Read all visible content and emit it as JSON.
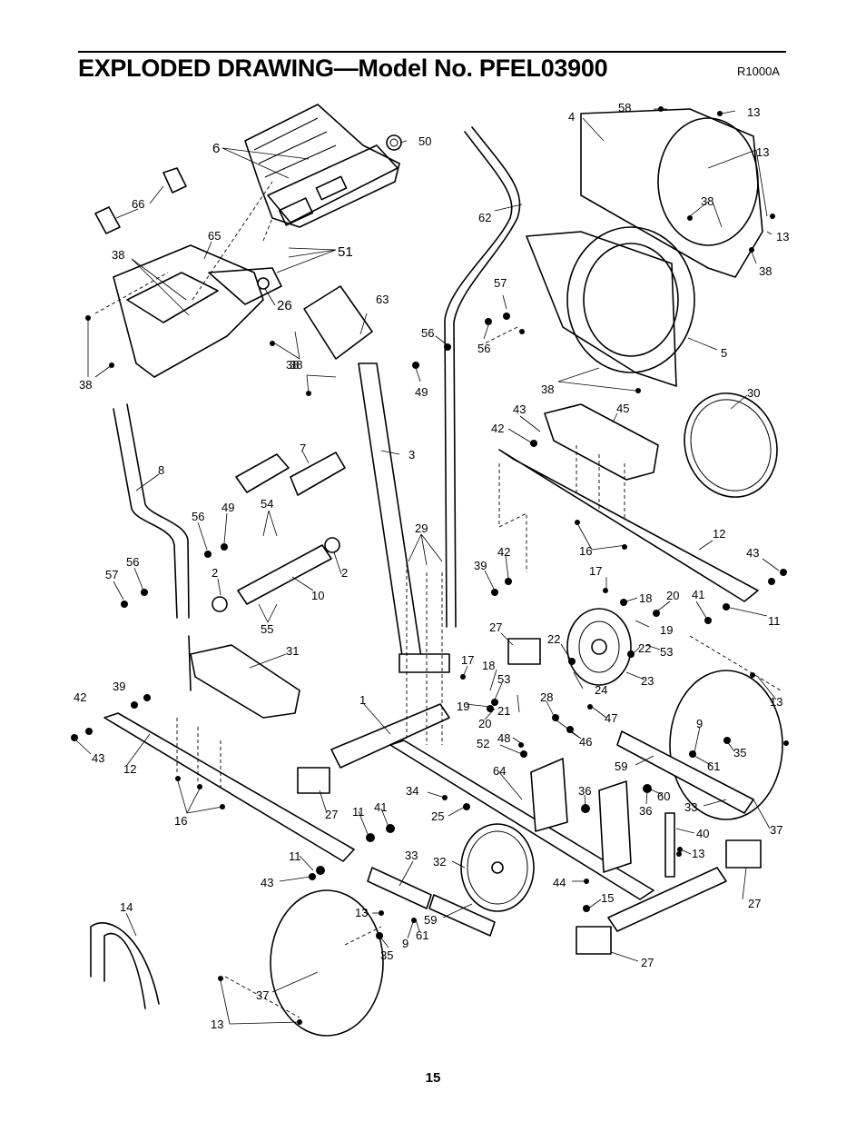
{
  "header": {
    "title": "EXPLODED DRAWING—Model No. PFEL03900",
    "drawing_code": "R1000A"
  },
  "footer": {
    "page_number": "15"
  },
  "callouts": [
    {
      "label": "6"
    },
    {
      "label": "50"
    },
    {
      "label": "66"
    },
    {
      "label": "65"
    },
    {
      "label": "51"
    },
    {
      "label": "38"
    },
    {
      "label": "26"
    },
    {
      "label": "38"
    },
    {
      "label": "38"
    },
    {
      "label": "63"
    },
    {
      "label": "38"
    },
    {
      "label": "58"
    },
    {
      "label": "4"
    },
    {
      "label": "13"
    },
    {
      "label": "13"
    },
    {
      "label": "38"
    },
    {
      "label": "13"
    },
    {
      "label": "38"
    },
    {
      "label": "62"
    },
    {
      "label": "57"
    },
    {
      "label": "56"
    },
    {
      "label": "56"
    },
    {
      "label": "49"
    },
    {
      "label": "5"
    },
    {
      "label": "38"
    },
    {
      "label": "30"
    },
    {
      "label": "3"
    },
    {
      "label": "43"
    },
    {
      "label": "45"
    },
    {
      "label": "42"
    },
    {
      "label": "8"
    },
    {
      "label": "7"
    },
    {
      "label": "49"
    },
    {
      "label": "54"
    },
    {
      "label": "56"
    },
    {
      "label": "56"
    },
    {
      "label": "57"
    },
    {
      "label": "2"
    },
    {
      "label": "2"
    },
    {
      "label": "10"
    },
    {
      "label": "55"
    },
    {
      "label": "29"
    },
    {
      "label": "16"
    },
    {
      "label": "12"
    },
    {
      "label": "43"
    },
    {
      "label": "42"
    },
    {
      "label": "39"
    },
    {
      "label": "17"
    },
    {
      "label": "18"
    },
    {
      "label": "20"
    },
    {
      "label": "41"
    },
    {
      "label": "11"
    },
    {
      "label": "19"
    },
    {
      "label": "31"
    },
    {
      "label": "27"
    },
    {
      "label": "22"
    },
    {
      "label": "22"
    },
    {
      "label": "53"
    },
    {
      "label": "17"
    },
    {
      "label": "18"
    },
    {
      "label": "53"
    },
    {
      "label": "23"
    },
    {
      "label": "24"
    },
    {
      "label": "39"
    },
    {
      "label": "42"
    },
    {
      "label": "1"
    },
    {
      "label": "19"
    },
    {
      "label": "20"
    },
    {
      "label": "21"
    },
    {
      "label": "28"
    },
    {
      "label": "47"
    },
    {
      "label": "13"
    },
    {
      "label": "43"
    },
    {
      "label": "12"
    },
    {
      "label": "48"
    },
    {
      "label": "46"
    },
    {
      "label": "9"
    },
    {
      "label": "52"
    },
    {
      "label": "35"
    },
    {
      "label": "59"
    },
    {
      "label": "61"
    },
    {
      "label": "16"
    },
    {
      "label": "64"
    },
    {
      "label": "60"
    },
    {
      "label": "27"
    },
    {
      "label": "34"
    },
    {
      "label": "36"
    },
    {
      "label": "36"
    },
    {
      "label": "33"
    },
    {
      "label": "11"
    },
    {
      "label": "41"
    },
    {
      "label": "25"
    },
    {
      "label": "37"
    },
    {
      "label": "40"
    },
    {
      "label": "33"
    },
    {
      "label": "32"
    },
    {
      "label": "13"
    },
    {
      "label": "11"
    },
    {
      "label": "43"
    },
    {
      "label": "44"
    },
    {
      "label": "27"
    },
    {
      "label": "15"
    },
    {
      "label": "14"
    },
    {
      "label": "13"
    },
    {
      "label": "59"
    },
    {
      "label": "9"
    },
    {
      "label": "61"
    },
    {
      "label": "35"
    },
    {
      "label": "27"
    },
    {
      "label": "37"
    },
    {
      "label": "13"
    }
  ]
}
